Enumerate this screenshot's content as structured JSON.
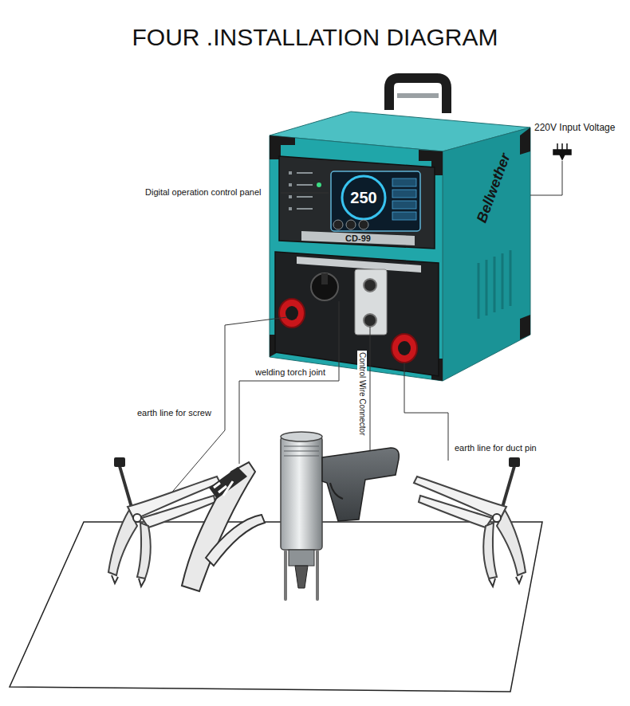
{
  "diagram": {
    "title": "FOUR .INSTALLATION DIAGRAM",
    "labels": [
      "220V Input Voltage",
      "Digital operation control panel",
      "Bellwether",
      "CD-99",
      "250",
      "welding torch joint",
      "Control Wire Connector",
      "earth line for screw",
      "earth line for duct pin"
    ]
  }
}
